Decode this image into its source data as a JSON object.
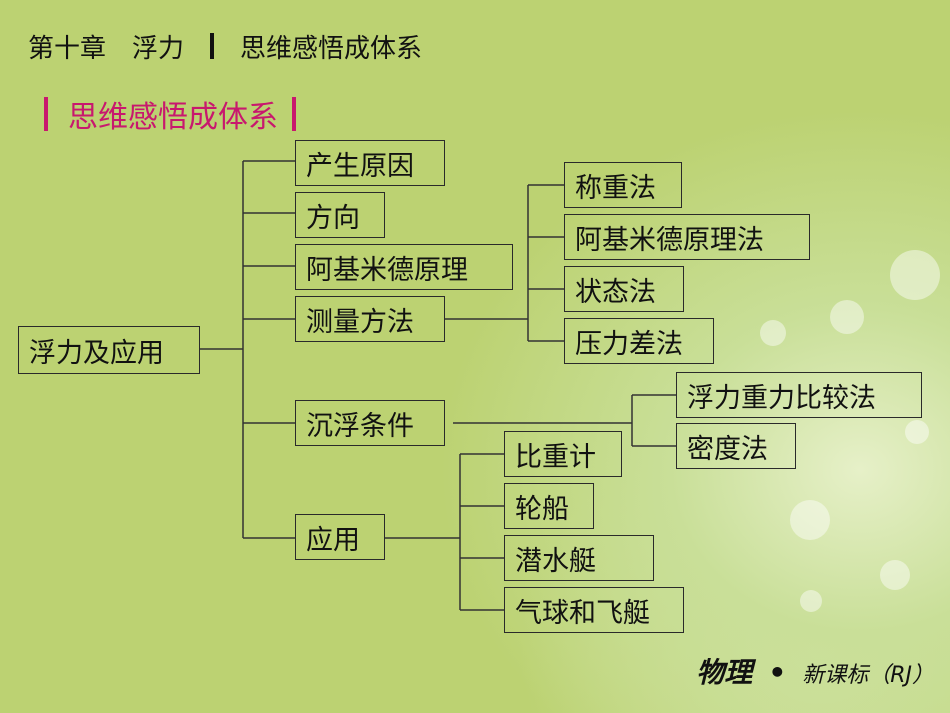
{
  "header": {
    "chapter": "第十章",
    "topic": "浮力",
    "section": "思维感悟成体系"
  },
  "section_title": "思维感悟成体系",
  "diagram": {
    "root": "浮力及应用",
    "level1": [
      "产生原因",
      "方向",
      "阿基米德原理",
      "测量方法",
      "沉浮条件",
      "应用"
    ],
    "measurement_methods": [
      "称重法",
      "阿基米德原理法",
      "状态法",
      "压力差法"
    ],
    "float_conditions": [
      "浮力重力比较法",
      "密度法"
    ],
    "applications": [
      "比重计",
      "轮船",
      "潜水艇",
      "气球和飞艇"
    ]
  },
  "footer": {
    "subject": "物理",
    "separator": "•",
    "edition": "新课标（RJ）"
  }
}
